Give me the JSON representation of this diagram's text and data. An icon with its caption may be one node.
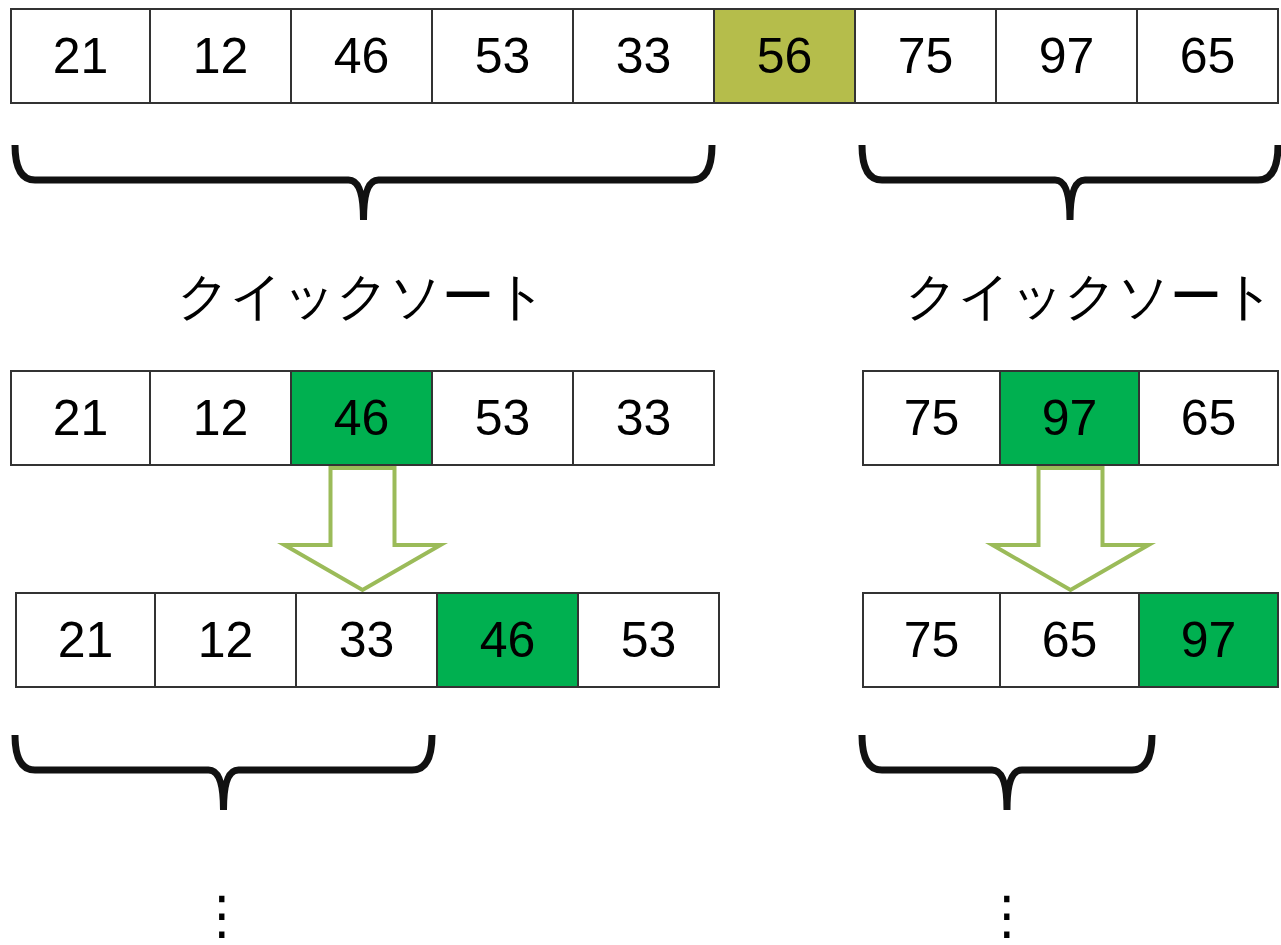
{
  "diagram": {
    "nodes": [
      {
        "text": [],
        "shape": "bar"
      },
      {
        "text": [
          "21"
        ],
        "in": 0
      },
      {
        "text": [
          "12"
        ],
        "in": 0
      },
      {
        "text": [
          "46"
        ],
        "in": 0
      },
      {
        "text": [
          "53"
        ],
        "in": 0
      },
      {
        "text": [
          "33"
        ],
        "in": 0
      },
      {
        "text": [
          "56"
        ],
        "in": 0
      },
      {
        "text": [
          "75"
        ],
        "in": 0
      },
      {
        "text": [
          "97"
        ],
        "in": 0
      },
      {
        "text": [
          "65"
        ],
        "in": 0
      },
      {
        "text": [],
        "shape": "bar"
      },
      {
        "text": [
          "21"
        ],
        "in": 10
      },
      {
        "text": [
          "12"
        ],
        "in": 10
      },
      {
        "text": [
          "46"
        ],
        "in": 10
      },
      {
        "text": [
          "53"
        ],
        "in": 10
      },
      {
        "text": [
          "33"
        ],
        "in": 10
      },
      {
        "text": [],
        "shape": "bar"
      },
      {
        "text": [
          "75"
        ],
        "in": 16
      },
      {
        "text": [
          "97"
        ],
        "in": 16
      },
      {
        "text": [
          "65"
        ],
        "in": 16
      },
      {
        "text": [],
        "shape": "bar"
      },
      {
        "text": [
          "21"
        ],
        "in": 20
      },
      {
        "text": [
          "12"
        ],
        "in": 20
      },
      {
        "text": [
          "33"
        ],
        "in": 20
      },
      {
        "text": [
          "46"
        ],
        "in": 20
      },
      {
        "text": [
          "53"
        ],
        "in": 20
      },
      {
        "text": [],
        "shape": "bar"
      },
      {
        "text": [
          "75"
        ],
        "in": 26
      },
      {
        "text": [
          "65"
        ],
        "in": 26
      },
      {
        "text": [
          "97"
        ],
        "in": 26
      }
    ],
    "edges": [
      {
        "from": 10,
        "to": 20,
        "arrow": "to"
      },
      {
        "from": 16,
        "to": 26,
        "arrow": "to"
      }
    ],
    "labels": [
      "クイックソート",
      "クイックソート",
      "⋮",
      "⋮"
    ]
  }
}
